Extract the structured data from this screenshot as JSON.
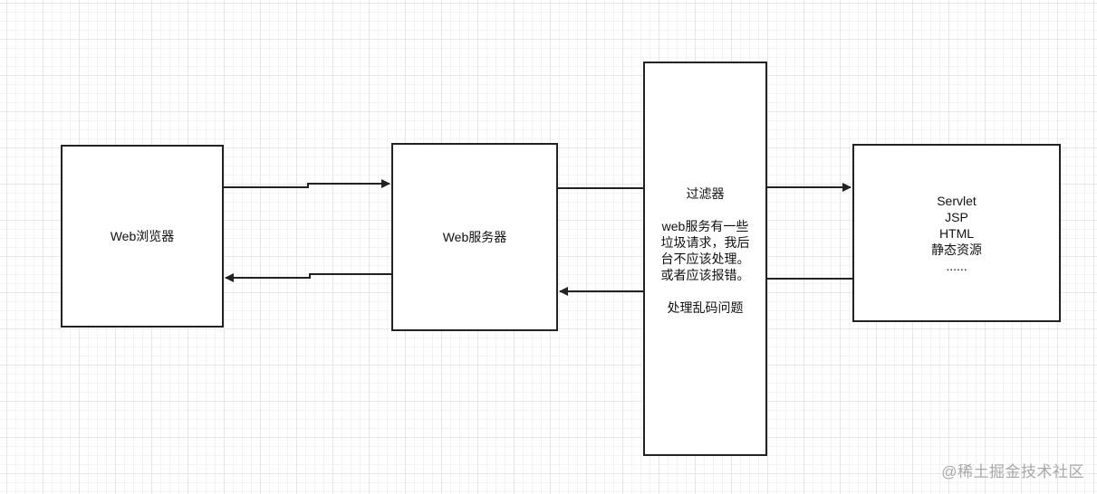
{
  "nodes": {
    "browser": {
      "label": "Web浏览器"
    },
    "server": {
      "label": "Web服务器"
    },
    "filter": {
      "title": "过滤器",
      "description_lines": [
        "web服务有一些",
        "垃圾请求，我后",
        "台不应该处理。",
        "或者应该报错。"
      ],
      "encoding_note": "处理乱码问题"
    },
    "resources": {
      "lines": [
        "Servlet",
        "JSP",
        "HTML",
        "静态资源",
        "......"
      ]
    }
  },
  "watermark": "@稀土掘金技术社区",
  "colors": {
    "stroke": "#222222",
    "grid_major": "#e6e6e6",
    "grid_minor": "#f3f3f3",
    "watermark": "#a8a8a8"
  }
}
